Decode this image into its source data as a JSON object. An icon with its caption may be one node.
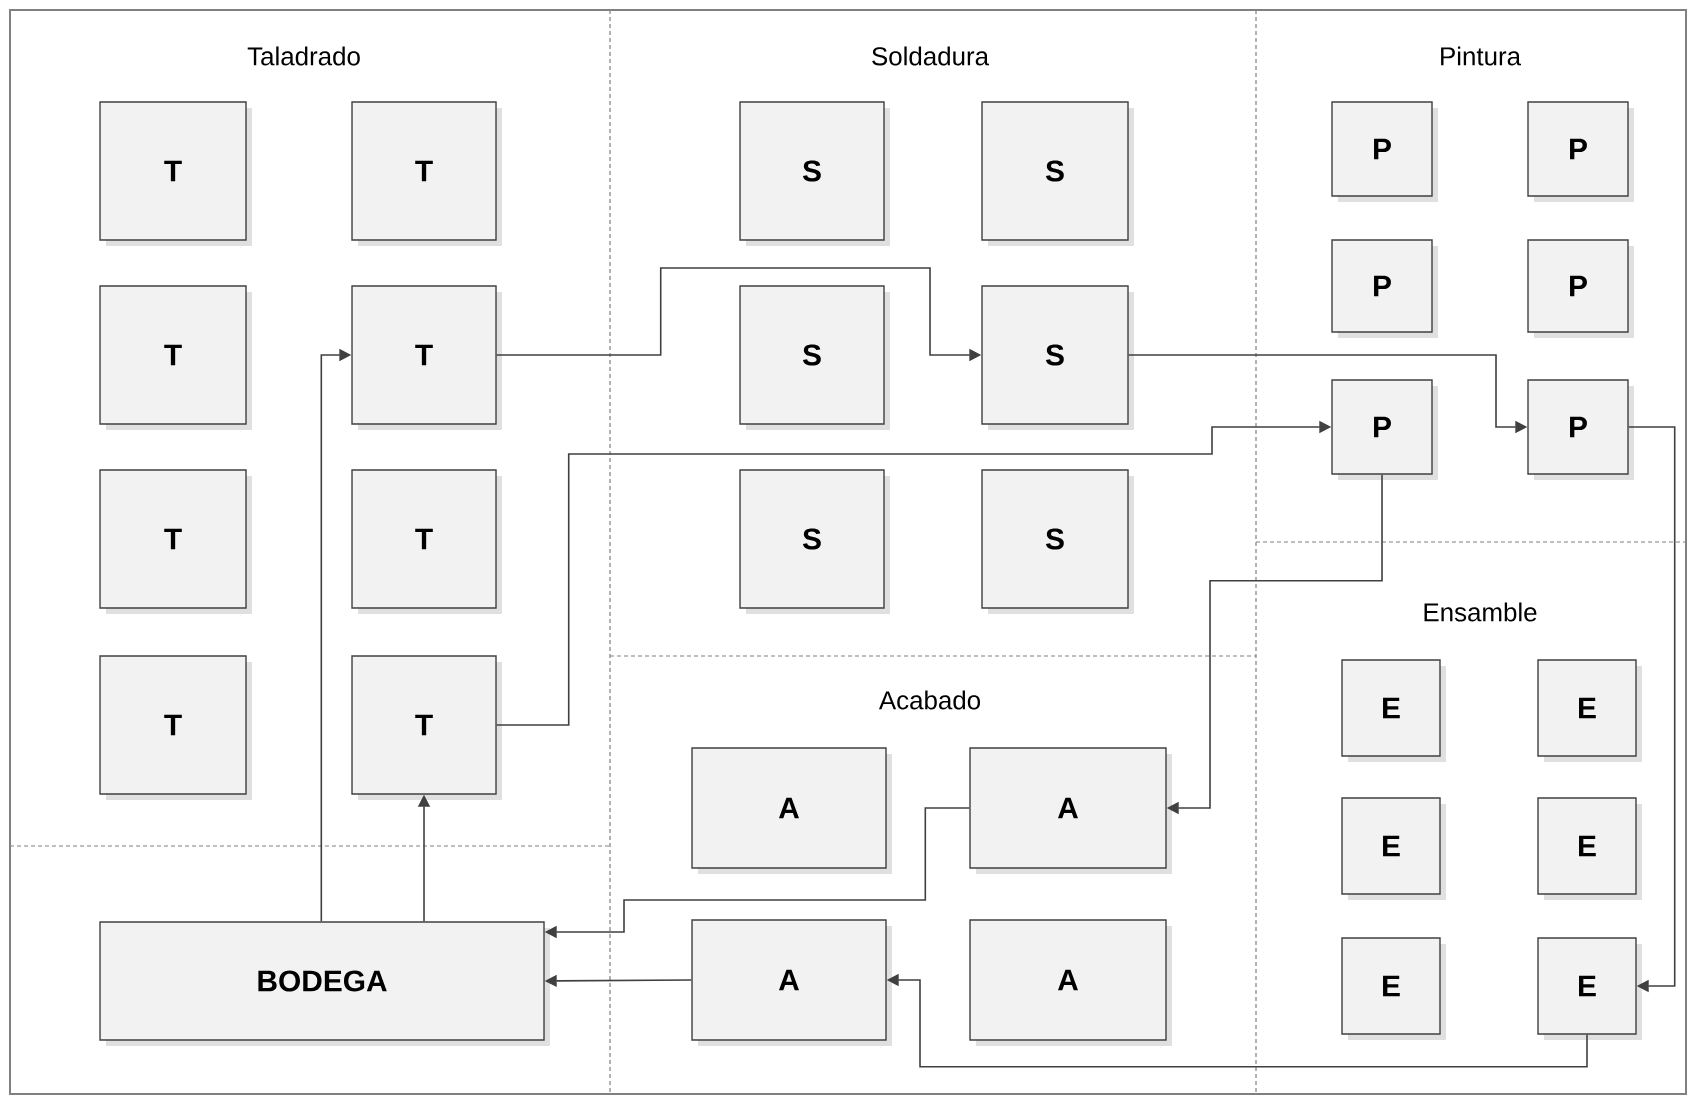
{
  "diagram": {
    "nodes": [
      {
        "text": [
          "T"
        ]
      },
      {
        "text": [
          "T"
        ]
      },
      {
        "text": [
          "T"
        ]
      },
      {
        "text": [
          "T"
        ]
      },
      {
        "text": [
          "T"
        ]
      },
      {
        "text": [
          "T"
        ]
      },
      {
        "text": [
          "T"
        ]
      },
      {
        "text": [
          "T"
        ]
      },
      {
        "text": [
          "S"
        ]
      },
      {
        "text": [
          "S"
        ]
      },
      {
        "text": [
          "S"
        ]
      },
      {
        "text": [
          "S"
        ]
      },
      {
        "text": [
          "S"
        ]
      },
      {
        "text": [
          "S"
        ]
      },
      {
        "text": [
          "P"
        ]
      },
      {
        "text": [
          "P"
        ]
      },
      {
        "text": [
          "P"
        ]
      },
      {
        "text": [
          "P"
        ]
      },
      {
        "text": [
          "P"
        ]
      },
      {
        "text": [
          "P"
        ]
      },
      {
        "text": [
          "E"
        ]
      },
      {
        "text": [
          "E"
        ]
      },
      {
        "text": [
          "E"
        ]
      },
      {
        "text": [
          "E"
        ]
      },
      {
        "text": [
          "E"
        ]
      },
      {
        "text": [
          "E"
        ]
      },
      {
        "text": [
          "A"
        ]
      },
      {
        "text": [
          "A"
        ]
      },
      {
        "text": [
          "A"
        ]
      },
      {
        "text": [
          "A"
        ]
      },
      {
        "text": [
          "BODEGA"
        ]
      }
    ],
    "edges": [
      {
        "from": 30,
        "to": 3,
        "arrow": "to"
      },
      {
        "from": 30,
        "to": 7,
        "arrow": "to"
      },
      {
        "from": 3,
        "to": 11,
        "arrow": "to"
      },
      {
        "from": 7,
        "to": 18,
        "arrow": "to"
      },
      {
        "from": 11,
        "to": 19,
        "arrow": "to"
      },
      {
        "from": 19,
        "to": 25,
        "arrow": "to"
      },
      {
        "from": 18,
        "to": 27,
        "arrow": "to"
      },
      {
        "from": 27,
        "to": 30,
        "arrow": "to"
      },
      {
        "from": 28,
        "to": 30,
        "arrow": "to"
      },
      {
        "from": 25,
        "to": 28,
        "arrow": "to"
      }
    ],
    "labels": [
      "Taladrado",
      "Soldadura",
      "Pintura",
      "Ensamble",
      "Acabado"
    ]
  }
}
